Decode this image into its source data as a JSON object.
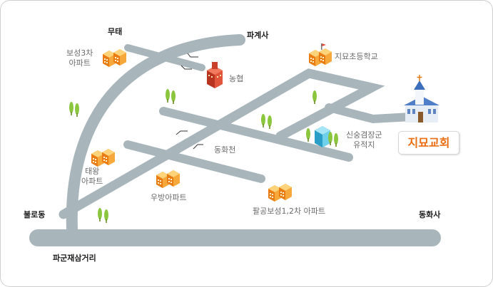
{
  "map": {
    "neighborhood_labels": {
      "mutae": "무태",
      "pagyesa": "파계사",
      "bulrodong": "불로동",
      "donghwasa": "동화사",
      "pagun_intersection": "파군재삼거리"
    },
    "landmarks": {
      "bosung3_line1": "보성3차",
      "bosung3_line2": "아파트",
      "nonghyup": "농협",
      "jimyo_school": "지묘초등학교",
      "sinsung_line1": "신숭겸장군",
      "sinsung_line2": "유적지",
      "donghwa_stream": "동화천",
      "taewang_line1": "태왕",
      "taewang_line2": "아파트",
      "woobang": "우방아파트",
      "palgong": "팔공보성1,2차 아파트",
      "church": "지묘교회"
    },
    "colors": {
      "road": "#a8b6bb",
      "building": "#f5a623",
      "church_label": "#ec6d14",
      "tree": "#7dbf3b",
      "monument": "#3db3d9"
    }
  }
}
